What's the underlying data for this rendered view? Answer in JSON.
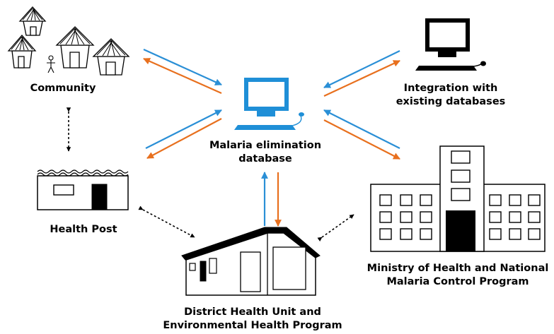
{
  "colors": {
    "to_database": "#2a8fd6",
    "from_database": "#e8701e",
    "computer_central": "#1f8fd7",
    "dark": "#000000"
  },
  "nodes": {
    "community": {
      "label": "Community",
      "icon": "village-huts-icon"
    },
    "health_post": {
      "label": "Health Post",
      "icon": "health-post-building-icon"
    },
    "database": {
      "label_lines": [
        "Malaria elimination",
        "database"
      ],
      "icon": "computer-icon"
    },
    "integration": {
      "label_lines": [
        "Integration with",
        "existing databases"
      ],
      "icon": "computer-icon"
    },
    "district": {
      "label_lines": [
        "District Health Unit and",
        "Environmental Health Program"
      ],
      "icon": "district-office-building-icon"
    },
    "ministry": {
      "label_lines": [
        "Ministry of Health and National",
        "Malaria Control Program"
      ],
      "icon": "ministry-building-icon"
    }
  },
  "edges": [
    {
      "from": "community",
      "to": "database",
      "style": "two-way-colored"
    },
    {
      "from": "health_post",
      "to": "database",
      "style": "two-way-colored"
    },
    {
      "from": "integration",
      "to": "database",
      "style": "two-way-colored"
    },
    {
      "from": "ministry",
      "to": "database",
      "style": "two-way-colored"
    },
    {
      "from": "district",
      "to": "database",
      "style": "two-way-colored"
    },
    {
      "from": "community",
      "to": "health_post",
      "style": "dotted-two-way"
    },
    {
      "from": "health_post",
      "to": "district",
      "style": "dotted-two-way"
    },
    {
      "from": "district",
      "to": "ministry",
      "style": "dotted-two-way"
    }
  ]
}
